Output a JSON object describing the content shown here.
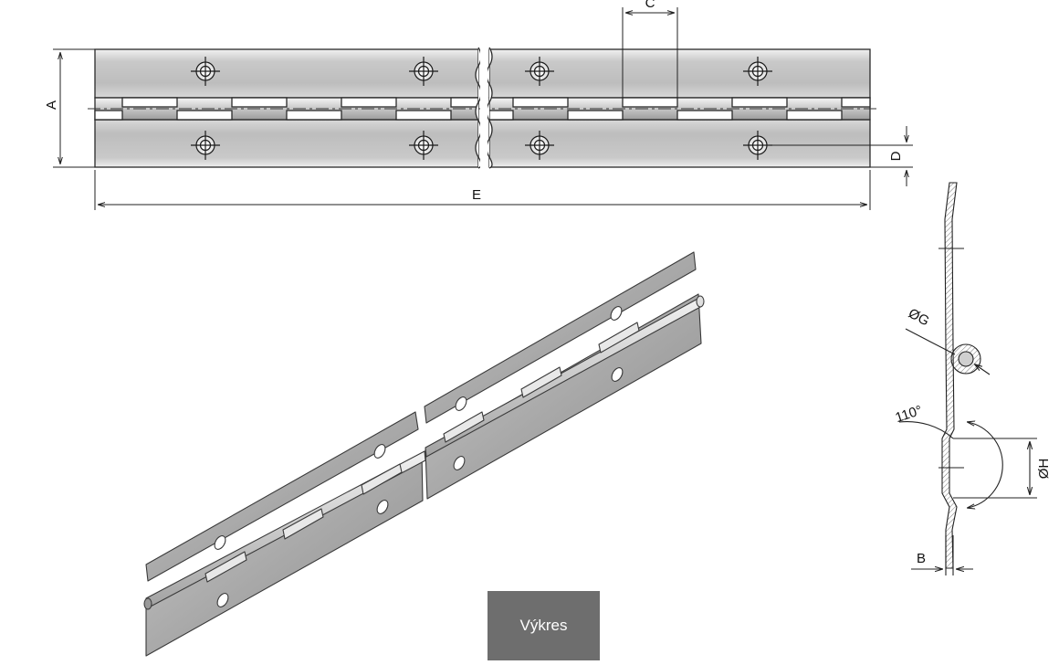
{
  "labels": {
    "a": "A",
    "b": "B",
    "c": "C",
    "d": "D",
    "e": "E",
    "g": "ØG",
    "h": "ØH",
    "angle": "110°"
  },
  "button": {
    "label": "Výkres"
  },
  "colors": {
    "metal_light": "#d6d6d6",
    "metal_dark": "#9a9a9a",
    "outline": "#2a2a2a",
    "button_bg": "#6e6e6e"
  }
}
